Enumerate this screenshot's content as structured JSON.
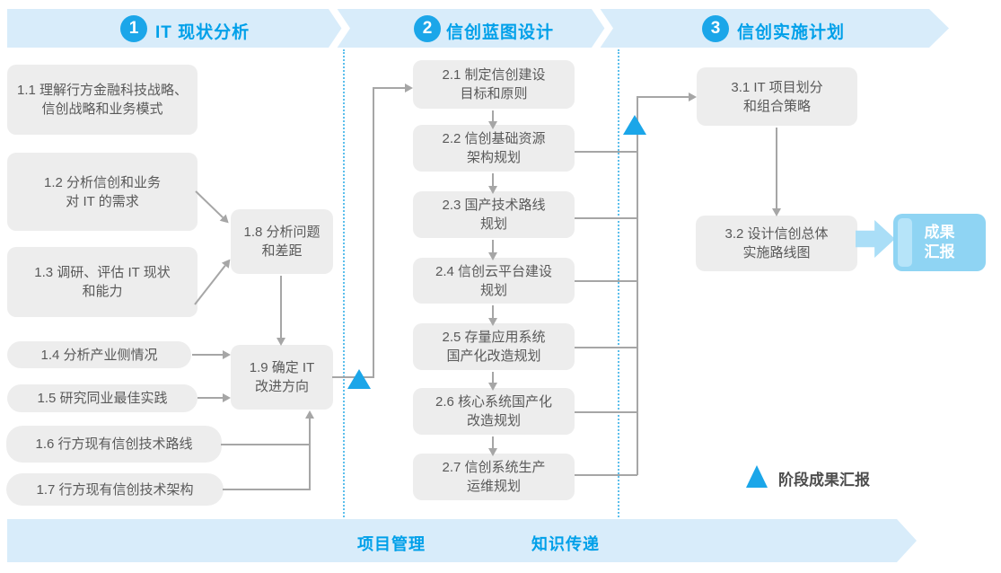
{
  "title": "信创规划三阶段流程图",
  "colors": {
    "banner_bg": "#d8ecfa",
    "accent_blue": "#00a0e9",
    "badge_blue": "#1ba6e9",
    "box_bg": "#ededed",
    "box_text": "#595959",
    "connector_gray": "#a6a6a6",
    "result_box_bg": "#8fd4f3",
    "fat_arrow_blue": "#aadef7",
    "dashed_divider": "#5cbfec"
  },
  "phases": [
    {
      "number": "1",
      "title": "IT 现状分析"
    },
    {
      "number": "2",
      "title": "信创蓝图设计"
    },
    {
      "number": "3",
      "title": "信创实施计划"
    }
  ],
  "boxes": {
    "b11": {
      "lines": [
        "1.1 理解行方金融科技战略、",
        "信创战略和业务模式"
      ]
    },
    "b12": {
      "lines": [
        "1.2 分析信创和业务",
        "对 IT 的需求"
      ]
    },
    "b13": {
      "lines": [
        "1.3 调研、评估 IT 现状",
        "和能力"
      ]
    },
    "b14": {
      "lines": [
        "1.4 分析产业侧情况"
      ]
    },
    "b15": {
      "lines": [
        "1.5 研究同业最佳实践"
      ]
    },
    "b16": {
      "lines": [
        "1.6 行方现有信创技术路线"
      ]
    },
    "b17": {
      "lines": [
        "1.7 行方现有信创技术架构"
      ]
    },
    "b18": {
      "lines": [
        "1.8 分析问题",
        "和差距"
      ]
    },
    "b19": {
      "lines": [
        "1.9 确定 IT",
        "改进方向"
      ]
    },
    "b21": {
      "lines": [
        "2.1 制定信创建设",
        "目标和原则"
      ]
    },
    "b22": {
      "lines": [
        "2.2 信创基础资源",
        "架构规划"
      ]
    },
    "b23": {
      "lines": [
        "2.3 国产技术路线",
        "规划"
      ]
    },
    "b24": {
      "lines": [
        "2.4 信创云平台建设",
        "规划"
      ]
    },
    "b25": {
      "lines": [
        "2.5 存量应用系统",
        "国产化改造规划"
      ]
    },
    "b26": {
      "lines": [
        "2.6 核心系统国产化",
        "改造规划"
      ]
    },
    "b27": {
      "lines": [
        "2.7 信创系统生产",
        "运维规划"
      ]
    },
    "b31": {
      "lines": [
        "3.1 IT 项目划分",
        "和组合策略"
      ]
    },
    "b32": {
      "lines": [
        "3.2 设计信创总体",
        "实施路线图"
      ]
    }
  },
  "result_box": {
    "lines": [
      "成果",
      "汇报"
    ]
  },
  "legend": {
    "label": "阶段成果汇报"
  },
  "bottom_bar": {
    "items": [
      "项目管理",
      "知识传递"
    ]
  }
}
